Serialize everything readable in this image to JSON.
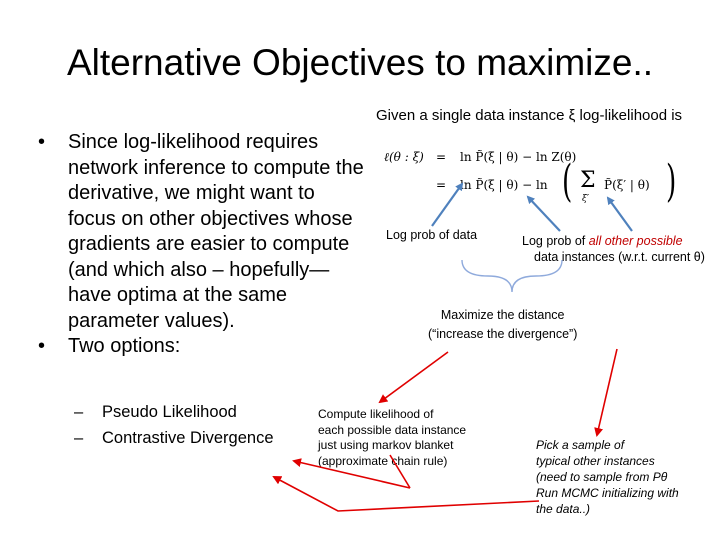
{
  "slide": {
    "title": "Alternative Objectives to maximize..",
    "given_text": "Given a single data instance ξ log-likelihood is",
    "bullets": [
      "Since log-likelihood requires network inference to compute the derivative, we might want to focus on other objectives whose gradients are easier to compute (and which also – hopefully—have optima at the same parameter values).",
      "Two options:"
    ],
    "sub_bullets": [
      "Pseudo Likelihood",
      "Contrastive Divergence"
    ],
    "equation": {
      "line1_lhs": "ℓ(θ : ξ)",
      "line1_eq": "=",
      "line1_rhs": "ln P̃(ξ | θ) − ln Z(θ)",
      "line2_eq": "=",
      "line2_rhs_a": "ln P̃(ξ | θ) − ln",
      "line2_sum": "Σ",
      "line2_sum_index": "ξ′",
      "line2_rhs_b": "P̃(ξ′ | θ)"
    },
    "callouts": {
      "log_prob_data": "Log prob of data",
      "log_prob_other_prefix": "Log prob of ",
      "log_prob_other_emph": "all other possible",
      "log_prob_other_line2": "data instances (w.r.t. current θ)",
      "maximize_line1": "Maximize the distance",
      "maximize_line2": "(“increase the divergence”)",
      "compute_lines": [
        "Compute likelihood of",
        "each possible data instance",
        "just using markov blanket",
        "(approximate chain rule)"
      ],
      "pick_lines": [
        "Pick a sample of",
        " typical other instances",
        "(need to sample from Pθ",
        "Run MCMC initializing with",
        "the data..)"
      ]
    },
    "colors": {
      "blue_arrow": "#4f81bd",
      "red_arrow": "#e00000",
      "emphasis": "#c00000"
    }
  }
}
